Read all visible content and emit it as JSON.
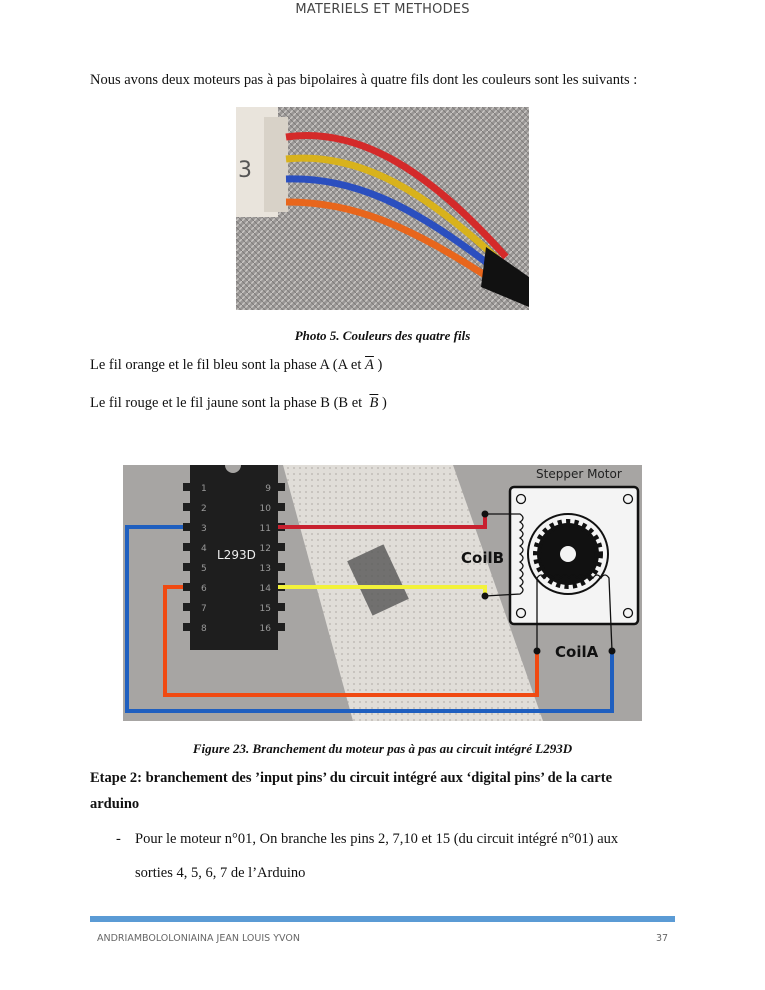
{
  "header": {
    "title": "MATERIELS ET METHODES"
  },
  "intro": "Nous avons deux moteurs pas à pas bipolaires à quatre fils dont les couleurs sont les suivants :",
  "photo": {
    "caption": "Photo 5. Couleurs des quatre fils",
    "connector_label": "3"
  },
  "phase_a": {
    "text": "Le fil orange et le fil bleu sont la phase A (A et ",
    "symbol": "A",
    "close": ")"
  },
  "phase_b": {
    "text": "Le fil rouge et le fil jaune sont la phase B (B et ",
    "symbol": "B",
    "close": ")"
  },
  "figure": {
    "caption": "Figure 23. Branchement du moteur pas à pas au circuit intégré L293D",
    "chip_label": "L293D",
    "motor_label": "Stepper Motor",
    "coil_a": "CoilA",
    "coil_b": "CoilB",
    "pins_left": [
      "1",
      "2",
      "3",
      "4",
      "5",
      "6",
      "7",
      "8"
    ],
    "pins_right": [
      "9",
      "10",
      "11",
      "12",
      "13",
      "14",
      "15",
      "16"
    ],
    "wire_colors": {
      "red": "#c8202f",
      "yellow": "#f2f23a",
      "orange": "#f04a12",
      "blue": "#1f5fbf"
    }
  },
  "step": {
    "title": "Etape 2: branchement des ’input pins’ du circuit intégré aux ‘digital pins’ de la carte",
    "title_cont": "arduino"
  },
  "bullet": {
    "marker": "-",
    "line1": "Pour le moteur n°01, On branche les pins 2, 7,10 et 15 (du circuit intégré n°01) aux",
    "line2": "sorties 4, 5, 6, 7 de l’Arduino"
  },
  "footer": {
    "author": "ANDRIAMBOLOLONIAINA JEAN LOUIS YVON",
    "page": "37",
    "accent": "#5b9bd5"
  }
}
